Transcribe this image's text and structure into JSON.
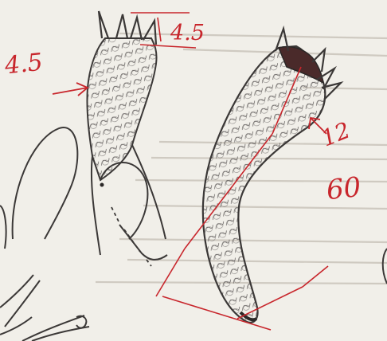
{
  "annotations": {
    "top_measure": "4.5",
    "left_measure": "4.5",
    "right_small_measure": "12",
    "right_large_measure": "60"
  },
  "colors": {
    "paper": "#f1efe9",
    "pencil": "#3b3837",
    "ink_red": "#c8262c",
    "print_ghost": "#c9c4bb",
    "tip_dark": "#4a2a2a"
  }
}
